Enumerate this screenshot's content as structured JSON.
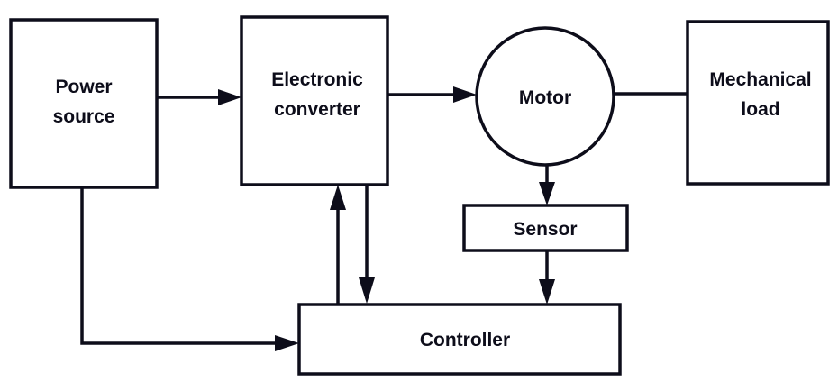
{
  "diagram": {
    "title": "",
    "blocks": {
      "power_source": {
        "line1": "Power",
        "line2": "source"
      },
      "electronic_converter": {
        "line1": "Electronic",
        "line2": "converter"
      },
      "motor": {
        "label": "Motor"
      },
      "mechanical_load": {
        "line1": "Mechanical",
        "line2": "load"
      },
      "sensor": {
        "label": "Sensor"
      },
      "controller": {
        "label": "Controller"
      }
    },
    "connections": [
      {
        "from": "Power source",
        "to": "Electronic converter",
        "arrow": true
      },
      {
        "from": "Electronic converter",
        "to": "Motor",
        "arrow": true
      },
      {
        "from": "Motor",
        "to": "Mechanical load",
        "arrow": false
      },
      {
        "from": "Motor",
        "to": "Sensor",
        "arrow": true
      },
      {
        "from": "Sensor",
        "to": "Controller",
        "arrow": true
      },
      {
        "from": "Controller",
        "to": "Electronic converter",
        "arrow": true
      },
      {
        "from": "Electronic converter",
        "to": "Controller",
        "arrow": true
      },
      {
        "from": "Power source",
        "to": "Controller",
        "arrow": true
      }
    ],
    "colors": {
      "stroke": "#0d0d1a",
      "background": "#ffffff"
    }
  }
}
